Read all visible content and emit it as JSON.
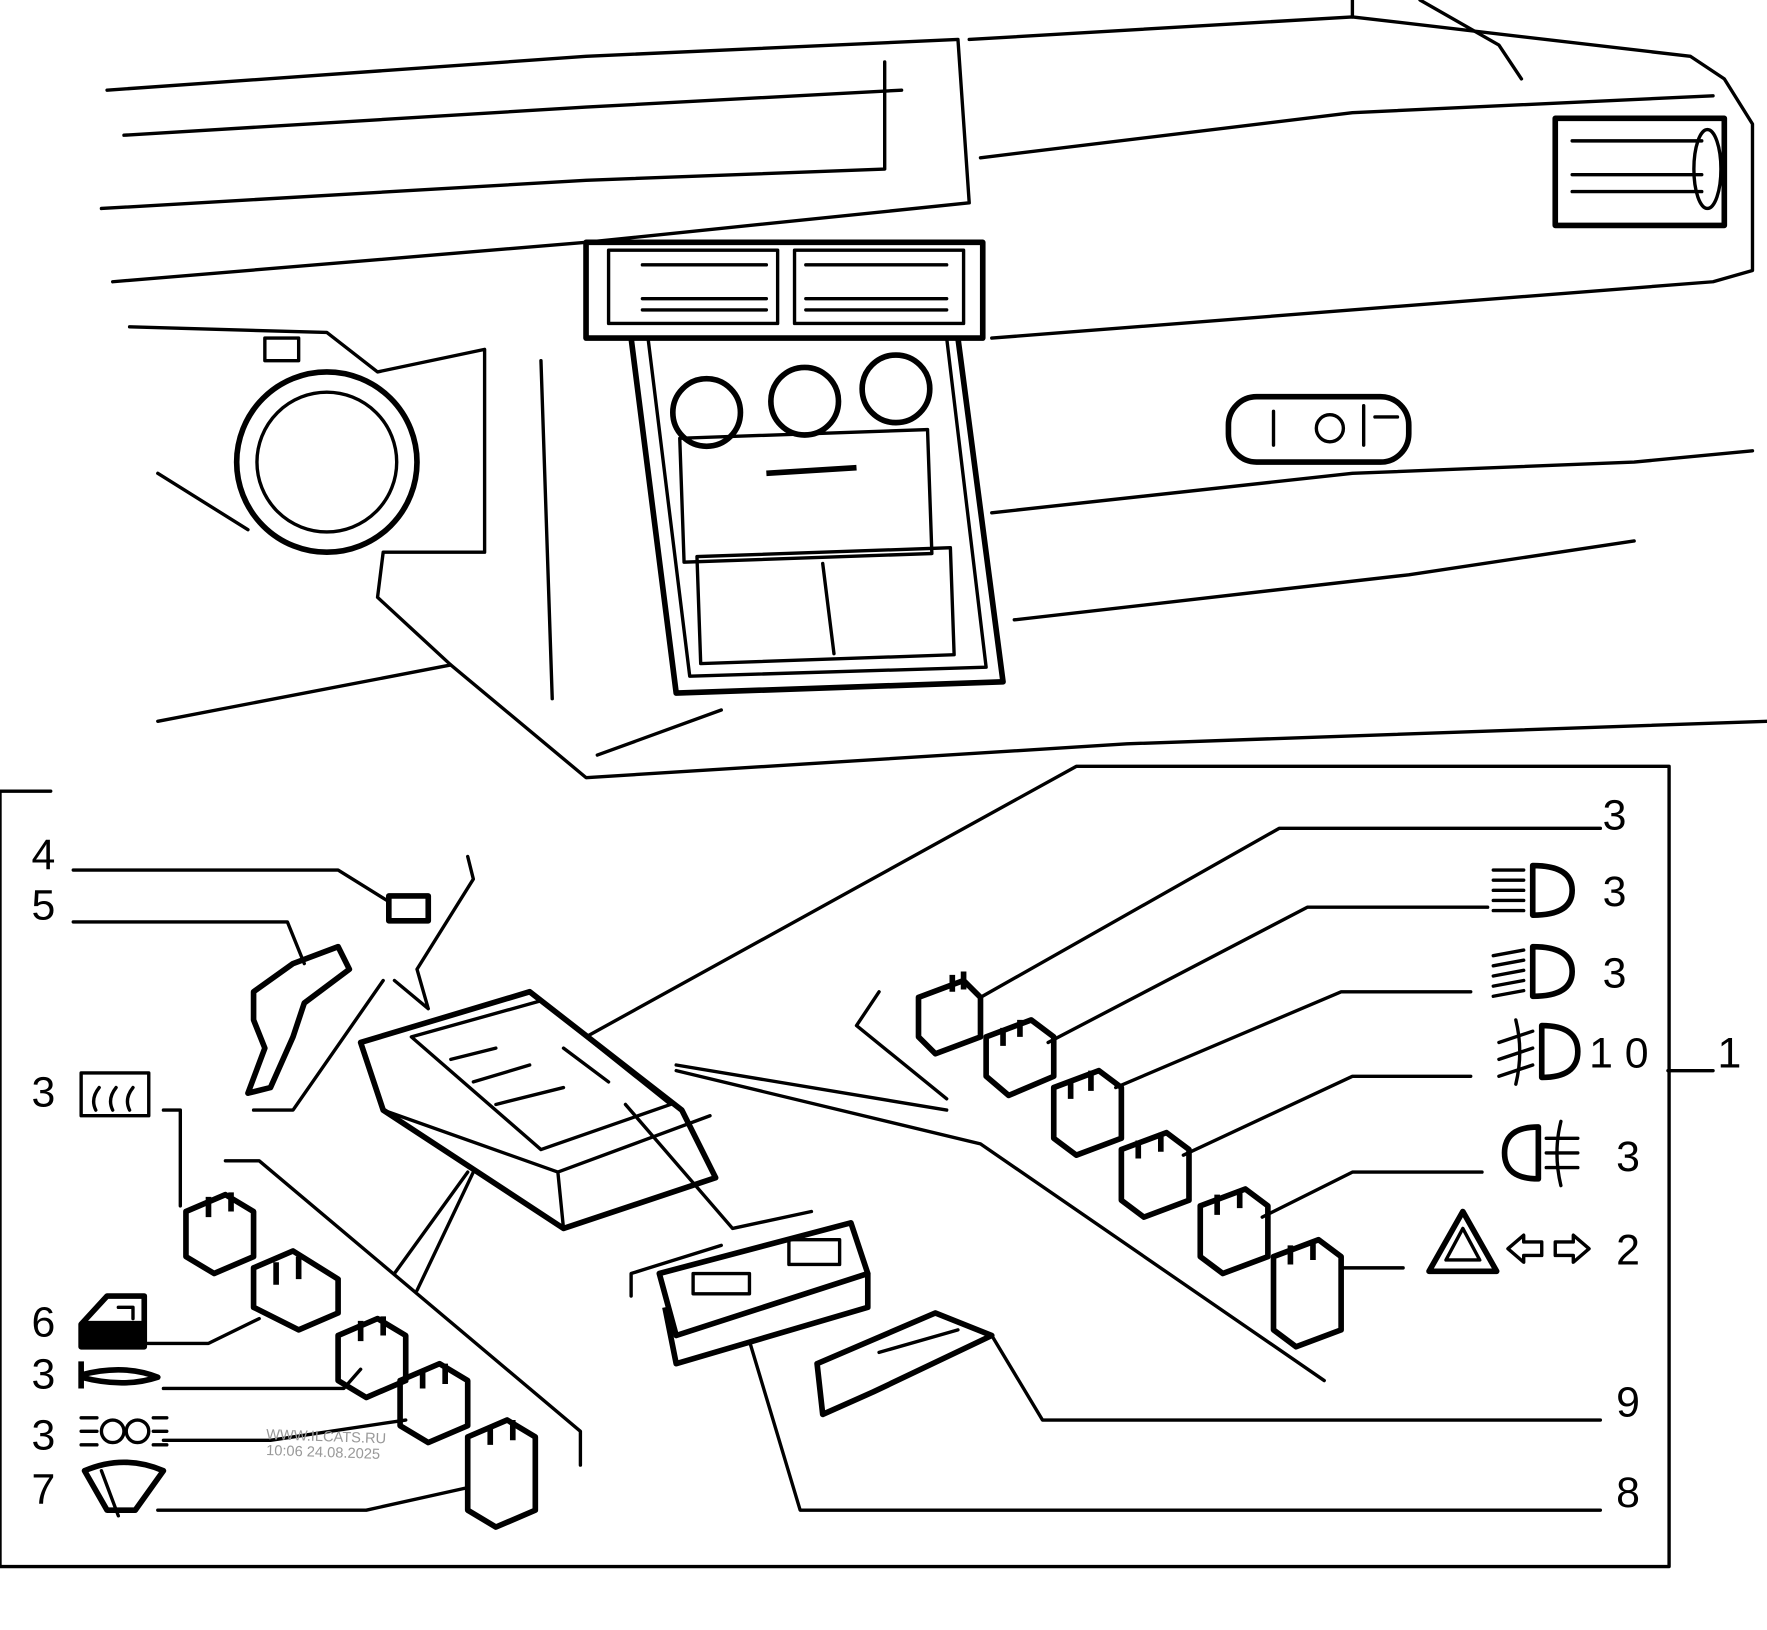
{
  "diagram": {
    "callouts_right": [
      {
        "ref": "3",
        "icon": "relay"
      },
      {
        "ref": "3",
        "icon": "high-beam-icon"
      },
      {
        "ref": "3",
        "icon": "low-beam-icon"
      },
      {
        "ref": "1 0",
        "icon": "front-fog-light-icon"
      },
      {
        "ref": "3",
        "icon": "rear-fog-light-icon"
      },
      {
        "ref": "2",
        "icon": "hazard-turn-signal-icon"
      },
      {
        "ref": "9",
        "icon": "cover"
      },
      {
        "ref": "8",
        "icon": "fuse-box-lid"
      }
    ],
    "assembly_ref": "1",
    "callouts_left": [
      {
        "ref": "4",
        "icon": "fuse"
      },
      {
        "ref": "5",
        "icon": "clip"
      },
      {
        "ref": "3",
        "icon": "rear-defroster-icon"
      },
      {
        "ref": "6",
        "icon": "power-window-icon"
      },
      {
        "ref": "3",
        "icon": "horn-icon"
      },
      {
        "ref": "3",
        "icon": "parking-lights-icon"
      },
      {
        "ref": "7",
        "icon": "wiper-icon"
      }
    ]
  },
  "watermark": {
    "site": "WWW.ILCATS.RU",
    "timestamp": "10:06 24.08.2025"
  }
}
